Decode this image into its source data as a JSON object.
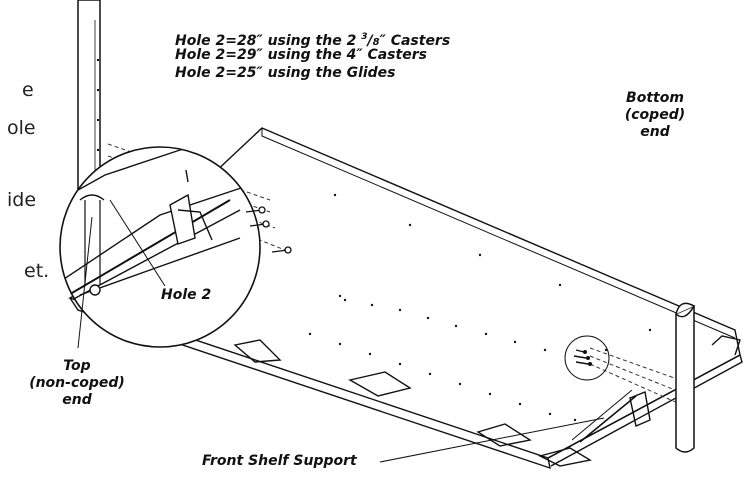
{
  "header_notes": [
    "Hole 2=28″ using the 2 ³/₈″ Casters",
    "Hole 2=29″ using the 4″ Casters",
    "Hole 2=25″ using the Glides"
  ],
  "left_text_fragments": [
    "e",
    "ole",
    "ide",
    "et."
  ],
  "labels": {
    "bottom_end": [
      "Bottom",
      "(coped)",
      "end"
    ],
    "top_end": [
      "Top",
      "(non-coped)",
      "end"
    ],
    "hole2": "Hole 2",
    "front_shelf_support": "Front Shelf Support"
  }
}
